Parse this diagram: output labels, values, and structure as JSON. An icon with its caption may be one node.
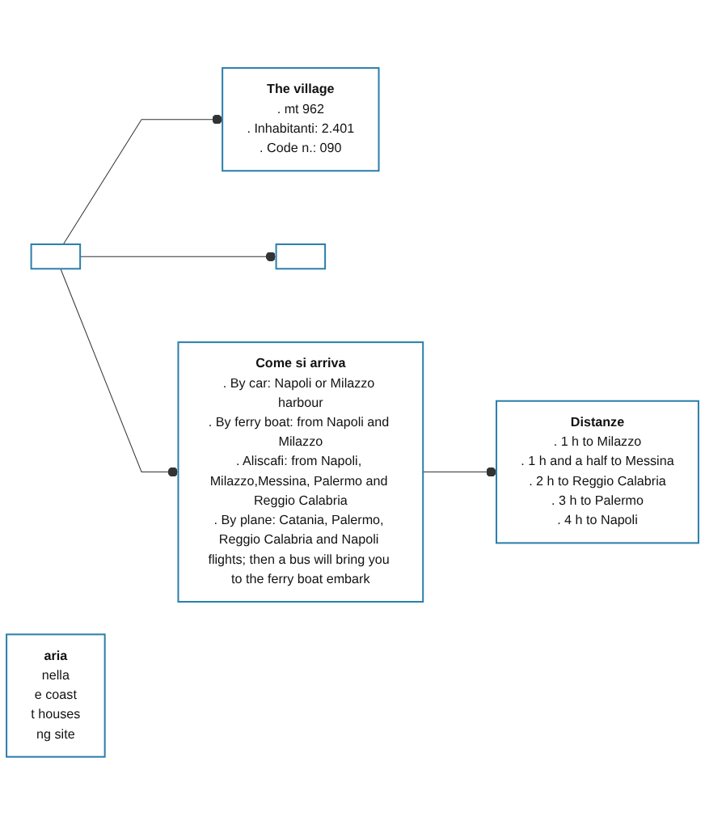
{
  "diagram": {
    "nodes": [
      {
        "text": [],
        "shape": "box"
      },
      {
        "text": [
          "The village",
          ". mt 962",
          ". Inhabitanti: 2.401",
          ". Code n.: 090"
        ]
      },
      {
        "text": [],
        "shape": "box"
      },
      {
        "text": [
          "Come si arriva",
          ". By car: Napoli or Milazzo harbour",
          ". By ferry boat: from Napoli and Milazzo",
          ". Aliscafi: from Napoli, Milazzo,Messina, Palermo and Reggio Calabria",
          ". By plane: Catania, Palermo, Reggio Calabria and Napoli flights; then a bus will bring you to the ferry boat embark"
        ]
      },
      {
        "text": [
          "aria",
          "nella",
          "e coast",
          "t houses",
          "ng site"
        ]
      },
      {
        "text": [
          "Distanze",
          ". 1 h to Milazzo",
          ". 1 h and a half to Messina",
          ". 2 h to Reggio Calabria",
          ". 3 h to Palermo",
          ". 4 h to Napoli"
        ]
      }
    ],
    "edges": [
      {
        "from": 0,
        "to": 1,
        "arrow": "other"
      },
      {
        "from": 0,
        "to": 2,
        "arrow": "other"
      },
      {
        "from": 0,
        "to": 3,
        "arrow": "other"
      },
      {
        "from": 3,
        "to": 5,
        "arrow": "other"
      }
    ]
  }
}
